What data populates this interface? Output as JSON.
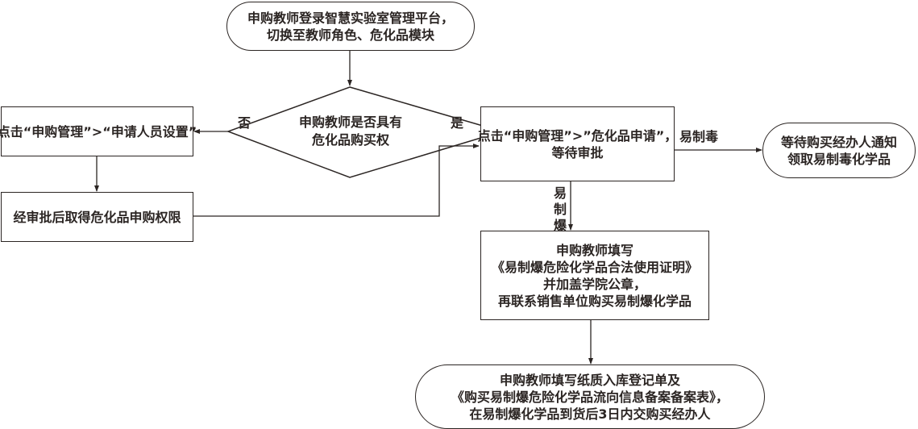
{
  "start": {
    "lines": [
      "申购教师登录智慧实验室管理平台，",
      "切换至教师角色、危化品模块"
    ]
  },
  "decision": {
    "lines": [
      "申购教师是否具有",
      "危化品购买权"
    ],
    "no_label": "否",
    "yes_label": "是"
  },
  "no_branch": {
    "step1": "点击“申购管理”>“申请人员设置”",
    "step2": "经审批后取得危化品申购权限"
  },
  "apply": {
    "lines": [
      "点击“申购管理”>”危化品申请”，",
      "等待审批"
    ]
  },
  "toxic_branch": {
    "label": "易制毒",
    "end_lines": [
      "等待购买经办人通知",
      "领取易制毒化学品"
    ]
  },
  "explosive_branch": {
    "label_chars": [
      "易",
      "制",
      "爆"
    ],
    "step_lines": [
      "申购教师填写",
      "《易制爆危险化学品合法使用证明》",
      "并加盖学院公章，",
      "再联系销售单位购买易制爆化学品"
    ],
    "end_lines": [
      "申购教师填写纸质入库登记单及",
      "《购买易制爆危险化学品流向信息备案备案表》，",
      "在易制爆化学品到货后3日内交购买经办人"
    ]
  }
}
